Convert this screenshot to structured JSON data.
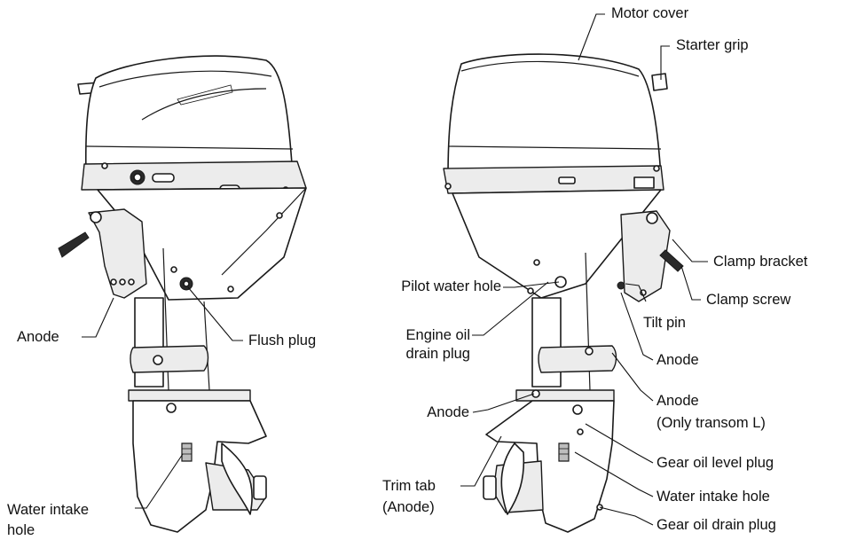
{
  "labels": {
    "motor_cover": "Motor cover",
    "starter_grip": "Starter grip",
    "clamp_bracket": "Clamp bracket",
    "clamp_screw": "Clamp screw",
    "tilt_pin": "Tilt pin",
    "anode_right_bracket": "Anode",
    "anode_transom_line1": "Anode",
    "anode_transom_line2": "(Only transom L)",
    "gear_oil_level_plug": "Gear oil level plug",
    "water_intake_hole_right": "Water intake hole",
    "gear_oil_drain_plug": "Gear oil drain plug",
    "pilot_water_hole": "Pilot water hole",
    "engine_oil_drain_plug_line1": "Engine oil",
    "engine_oil_drain_plug_line2": "drain plug",
    "anode_center": "Anode",
    "trim_tab_line1": "Trim tab",
    "trim_tab_line2": "(Anode)",
    "anode_left": "Anode",
    "flush_plug": "Flush plug",
    "water_intake_left_line1": "Water intake",
    "water_intake_left_line2": "hole"
  }
}
